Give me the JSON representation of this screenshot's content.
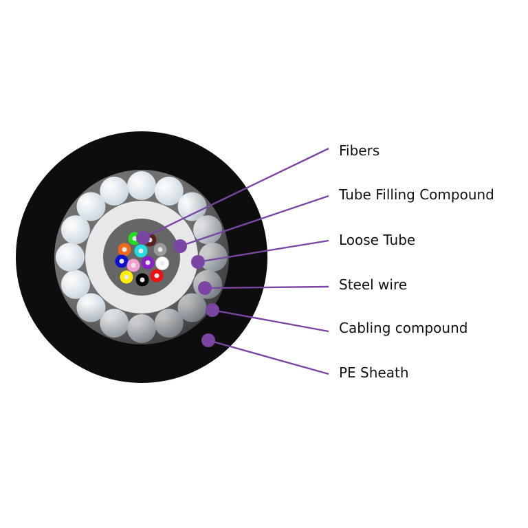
{
  "title": "Optical fiber cable cross-section",
  "colors": {
    "sheath": "#0d0d0d",
    "cabling_compound": "#6e6e6e",
    "steel_wire": "#e4ecf2",
    "loose_tube": "#e8e8e8",
    "tube_filling": "#666666",
    "callout": "#7a45a3"
  },
  "fibers": [
    {
      "name": "green",
      "color": "#22dd22"
    },
    {
      "name": "brown",
      "color": "#5a2020"
    },
    {
      "name": "orange",
      "color": "#ee6a1a"
    },
    {
      "name": "aqua",
      "color": "#22dde0"
    },
    {
      "name": "slate",
      "color": "#9a9a9a"
    },
    {
      "name": "blue",
      "color": "#0a10cc"
    },
    {
      "name": "rose",
      "color": "#f0a0d0"
    },
    {
      "name": "violet",
      "color": "#8a20c8"
    },
    {
      "name": "white",
      "color": "#ffffff"
    },
    {
      "name": "yellow",
      "color": "#ffee00"
    },
    {
      "name": "black",
      "color": "#000000"
    },
    {
      "name": "red",
      "color": "#ee1010"
    }
  ],
  "labels": [
    {
      "id": "fibers",
      "text": "Fibers"
    },
    {
      "id": "tube-filling-compound",
      "text": "Tube Filling Compound"
    },
    {
      "id": "loose-tube",
      "text": "Loose Tube"
    },
    {
      "id": "steel-wire",
      "text": "Steel wire"
    },
    {
      "id": "cabling-compound",
      "text": "Cabling compound"
    },
    {
      "id": "pe-sheath",
      "text": "PE Sheath"
    }
  ]
}
